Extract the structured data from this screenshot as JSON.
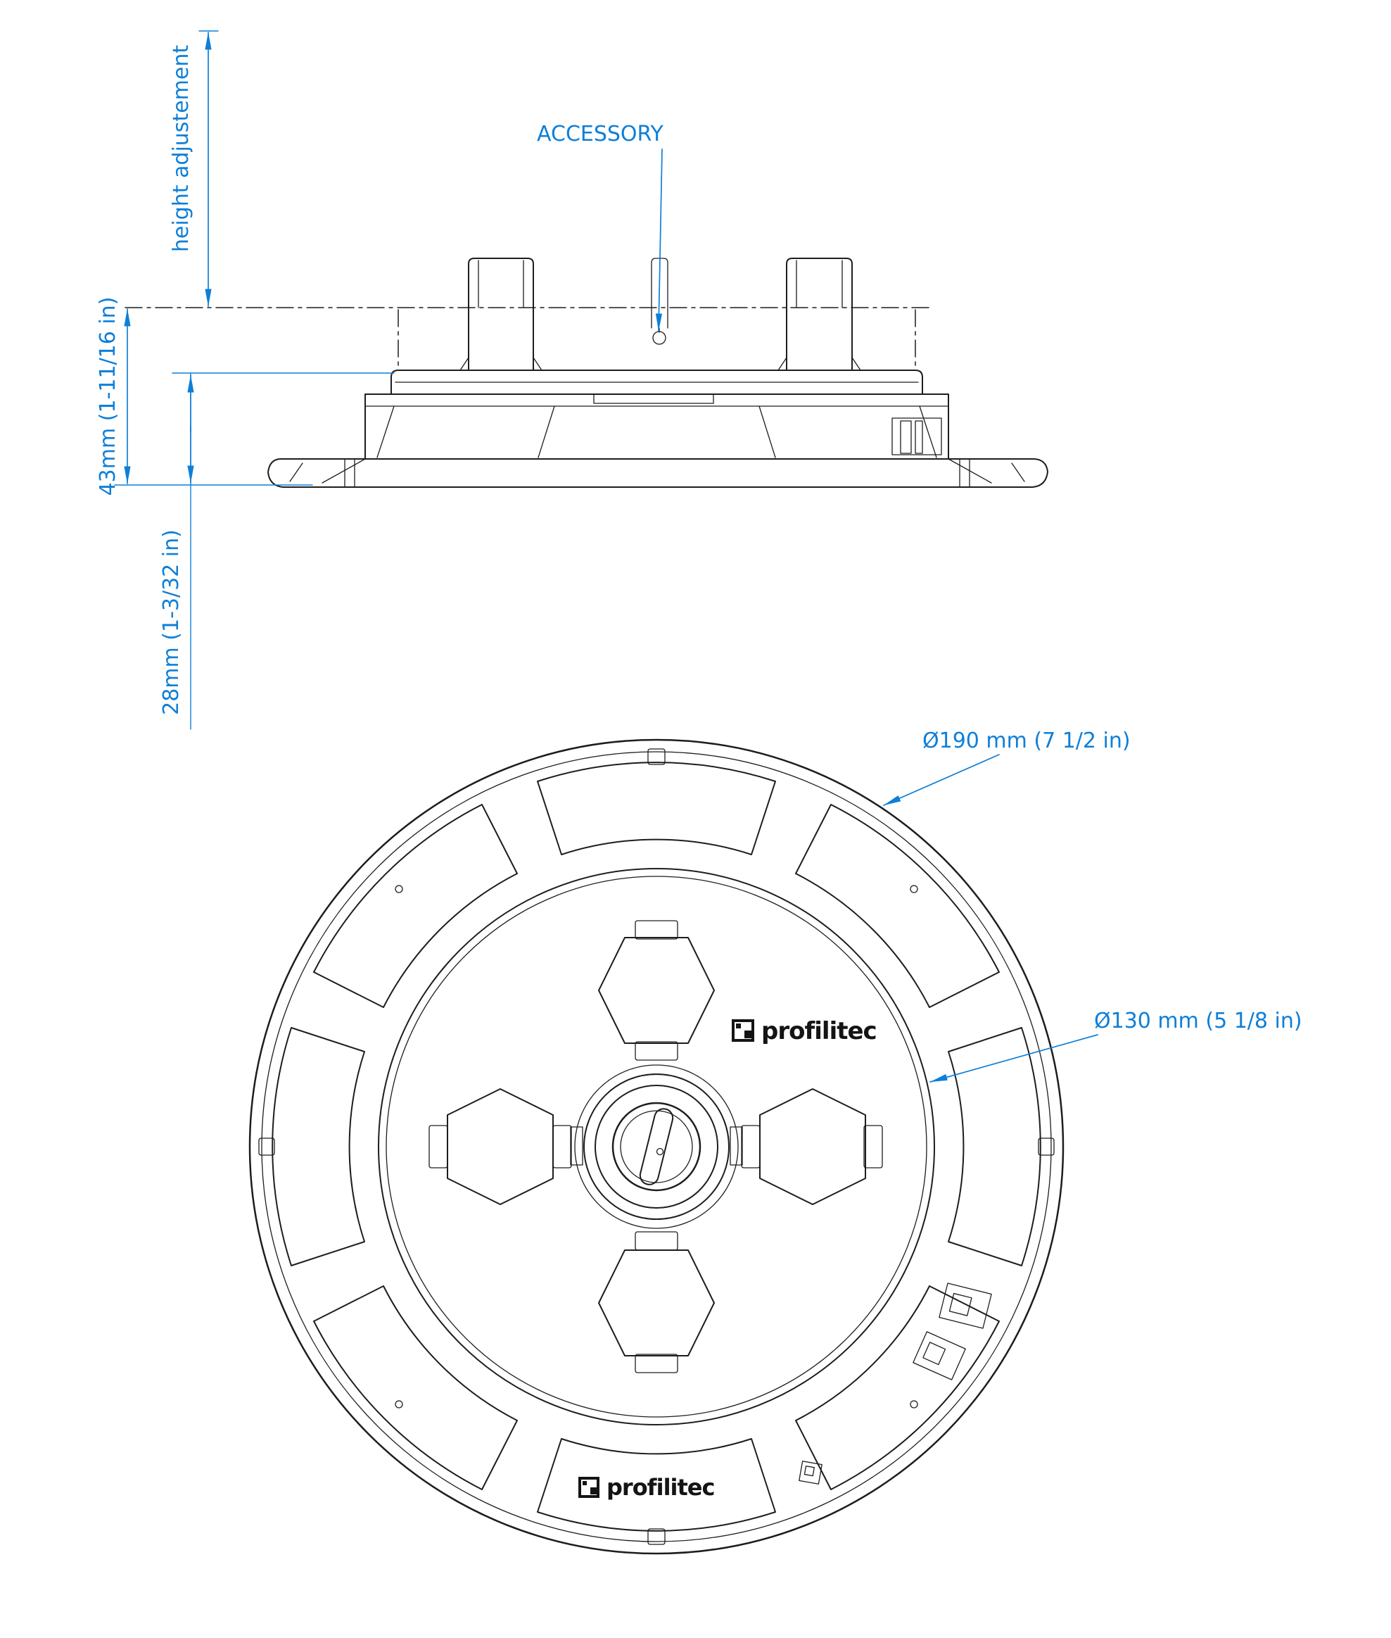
{
  "colors": {
    "annotation_blue": "#0e7fd8",
    "line_black": "#1d1d1d",
    "background": "#ffffff"
  },
  "side_view": {
    "height_adjustment_label": "height adjustement",
    "accessory_label": "ACCESSORY",
    "overall_height_dim": "43mm (1-11/16 in)",
    "base_height_dim": "28mm (1-3/32 in)"
  },
  "plan_view": {
    "outer_diameter_dim": "Ø190 mm (7 1/2 in)",
    "inner_diameter_dim": "Ø130 mm (5 1/8 in)",
    "logo_top": "profilitec",
    "logo_bottom": "profilitec"
  }
}
